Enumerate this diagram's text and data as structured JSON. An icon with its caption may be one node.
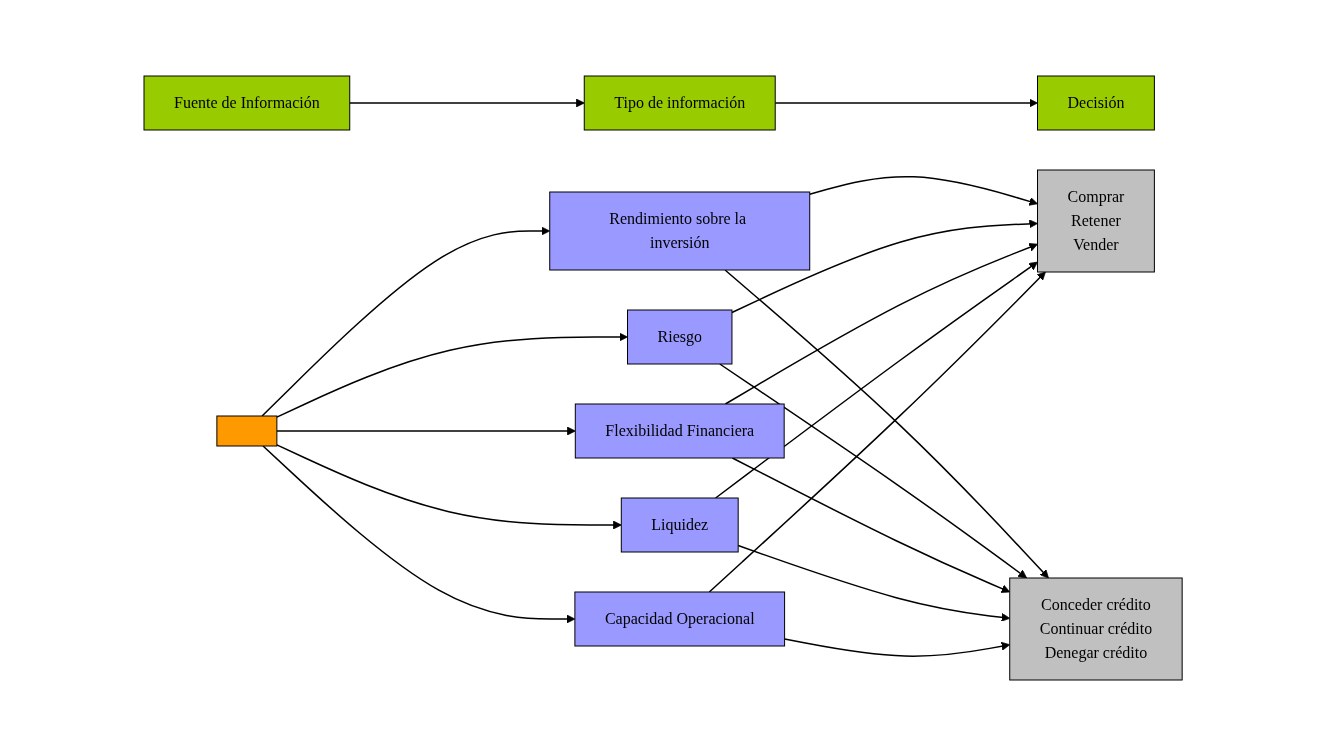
{
  "diagram": {
    "nodes": [
      {
        "text": [
          "Fuente de Información"
        ]
      },
      {
        "text": [
          "Tipo de información"
        ]
      },
      {
        "text": [
          "Decisión"
        ]
      },
      {
        "text": [],
        "shape": "box"
      },
      {
        "text": [
          "Rendimiento sobre la inversión"
        ]
      },
      {
        "text": [
          "Riesgo"
        ]
      },
      {
        "text": [
          "Flexibilidad Financiera"
        ]
      },
      {
        "text": [
          "Liquidez"
        ]
      },
      {
        "text": [
          "Capacidad Operacional"
        ]
      },
      {
        "text": [
          "Comprar",
          "Retener",
          "Vender"
        ]
      },
      {
        "text": [
          "Conceder crédito",
          "Continuar crédito",
          "Denegar crédito"
        ]
      }
    ],
    "edges": [
      {
        "from": 0,
        "to": 1,
        "arrow": "to"
      },
      {
        "from": 1,
        "to": 2,
        "arrow": "to"
      },
      {
        "from": 3,
        "to": 4,
        "arrow": "to"
      },
      {
        "from": 3,
        "to": 5,
        "arrow": "to"
      },
      {
        "from": 3,
        "to": 6,
        "arrow": "to"
      },
      {
        "from": 3,
        "to": 7,
        "arrow": "to"
      },
      {
        "from": 3,
        "to": 8,
        "arrow": "to"
      },
      {
        "from": 4,
        "to": 9,
        "arrow": "to"
      },
      {
        "from": 4,
        "to": 10,
        "arrow": "to"
      },
      {
        "from": 5,
        "to": 9,
        "arrow": "to"
      },
      {
        "from": 5,
        "to": 10,
        "arrow": "to"
      },
      {
        "from": 6,
        "to": 9,
        "arrow": "to"
      },
      {
        "from": 6,
        "to": 10,
        "arrow": "to"
      },
      {
        "from": 7,
        "to": 9,
        "arrow": "to"
      },
      {
        "from": 7,
        "to": 10,
        "arrow": "to"
      },
      {
        "from": 8,
        "to": 9,
        "arrow": "to"
      },
      {
        "from": 8,
        "to": 10,
        "arrow": "to"
      }
    ]
  }
}
